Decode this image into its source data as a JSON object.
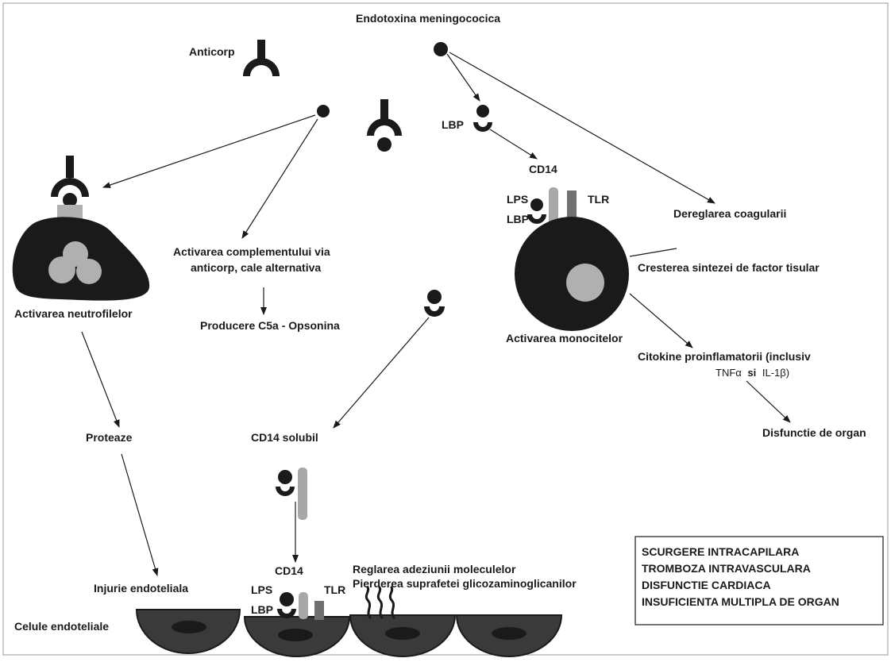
{
  "diagram": {
    "title": "Endotoxina meningococica",
    "labels": {
      "anticorp": "Anticorp",
      "lbp_top": "LBP",
      "cd14_top": "CD14",
      "lps_mono": "LPS",
      "lbp_mono": "LBP",
      "tlr_mono": "TLR",
      "dereglarea": "Dereglarea coagularii",
      "cresterea": "Cresterea sintezei de factor tisular",
      "activ_complement_1": "Activarea complementului via",
      "activ_complement_2": "anticorp, cale alternativa",
      "producere": "Producere C5a - Opsonina",
      "activ_neutro": "Activarea neutrofilelor",
      "activ_mono": "Activarea monocitelor",
      "citokine_1": "Citokine proinflamatorii (inclusiv",
      "citokine_2a": "TNFα",
      "citokine_2b": "si",
      "citokine_2c": "IL-1β)",
      "disfunctie": "Disfunctie de organ",
      "proteaze": "Proteaze",
      "cd14_solubil": "CD14 solubil",
      "injurie": "Injurie endoteliala",
      "cd14_bottom": "CD14",
      "lps_bottom": "LPS",
      "lbp_bottom": "LBP",
      "tlr_bottom": "TLR",
      "reglarea": "Reglarea adeziunii moleculelor",
      "pierderea": "Pierderea suprafetei glicozaminoglicanilor",
      "celule": "Celule endoteliale"
    },
    "box_lines": [
      "SCURGERE INTRACAPILARA",
      "TROMBOZA INTRAVASCULARA",
      "DISFUNCTIE CARDIACA",
      "INSUFICIENTA MULTIPLA DE ORGAN"
    ],
    "colors": {
      "ink": "#1a1a1a",
      "nucleus": "#b0b0b0",
      "receptor_light": "#a8a8a8",
      "receptor_dark": "#707070",
      "endothelial": "#3a3a3a"
    }
  }
}
